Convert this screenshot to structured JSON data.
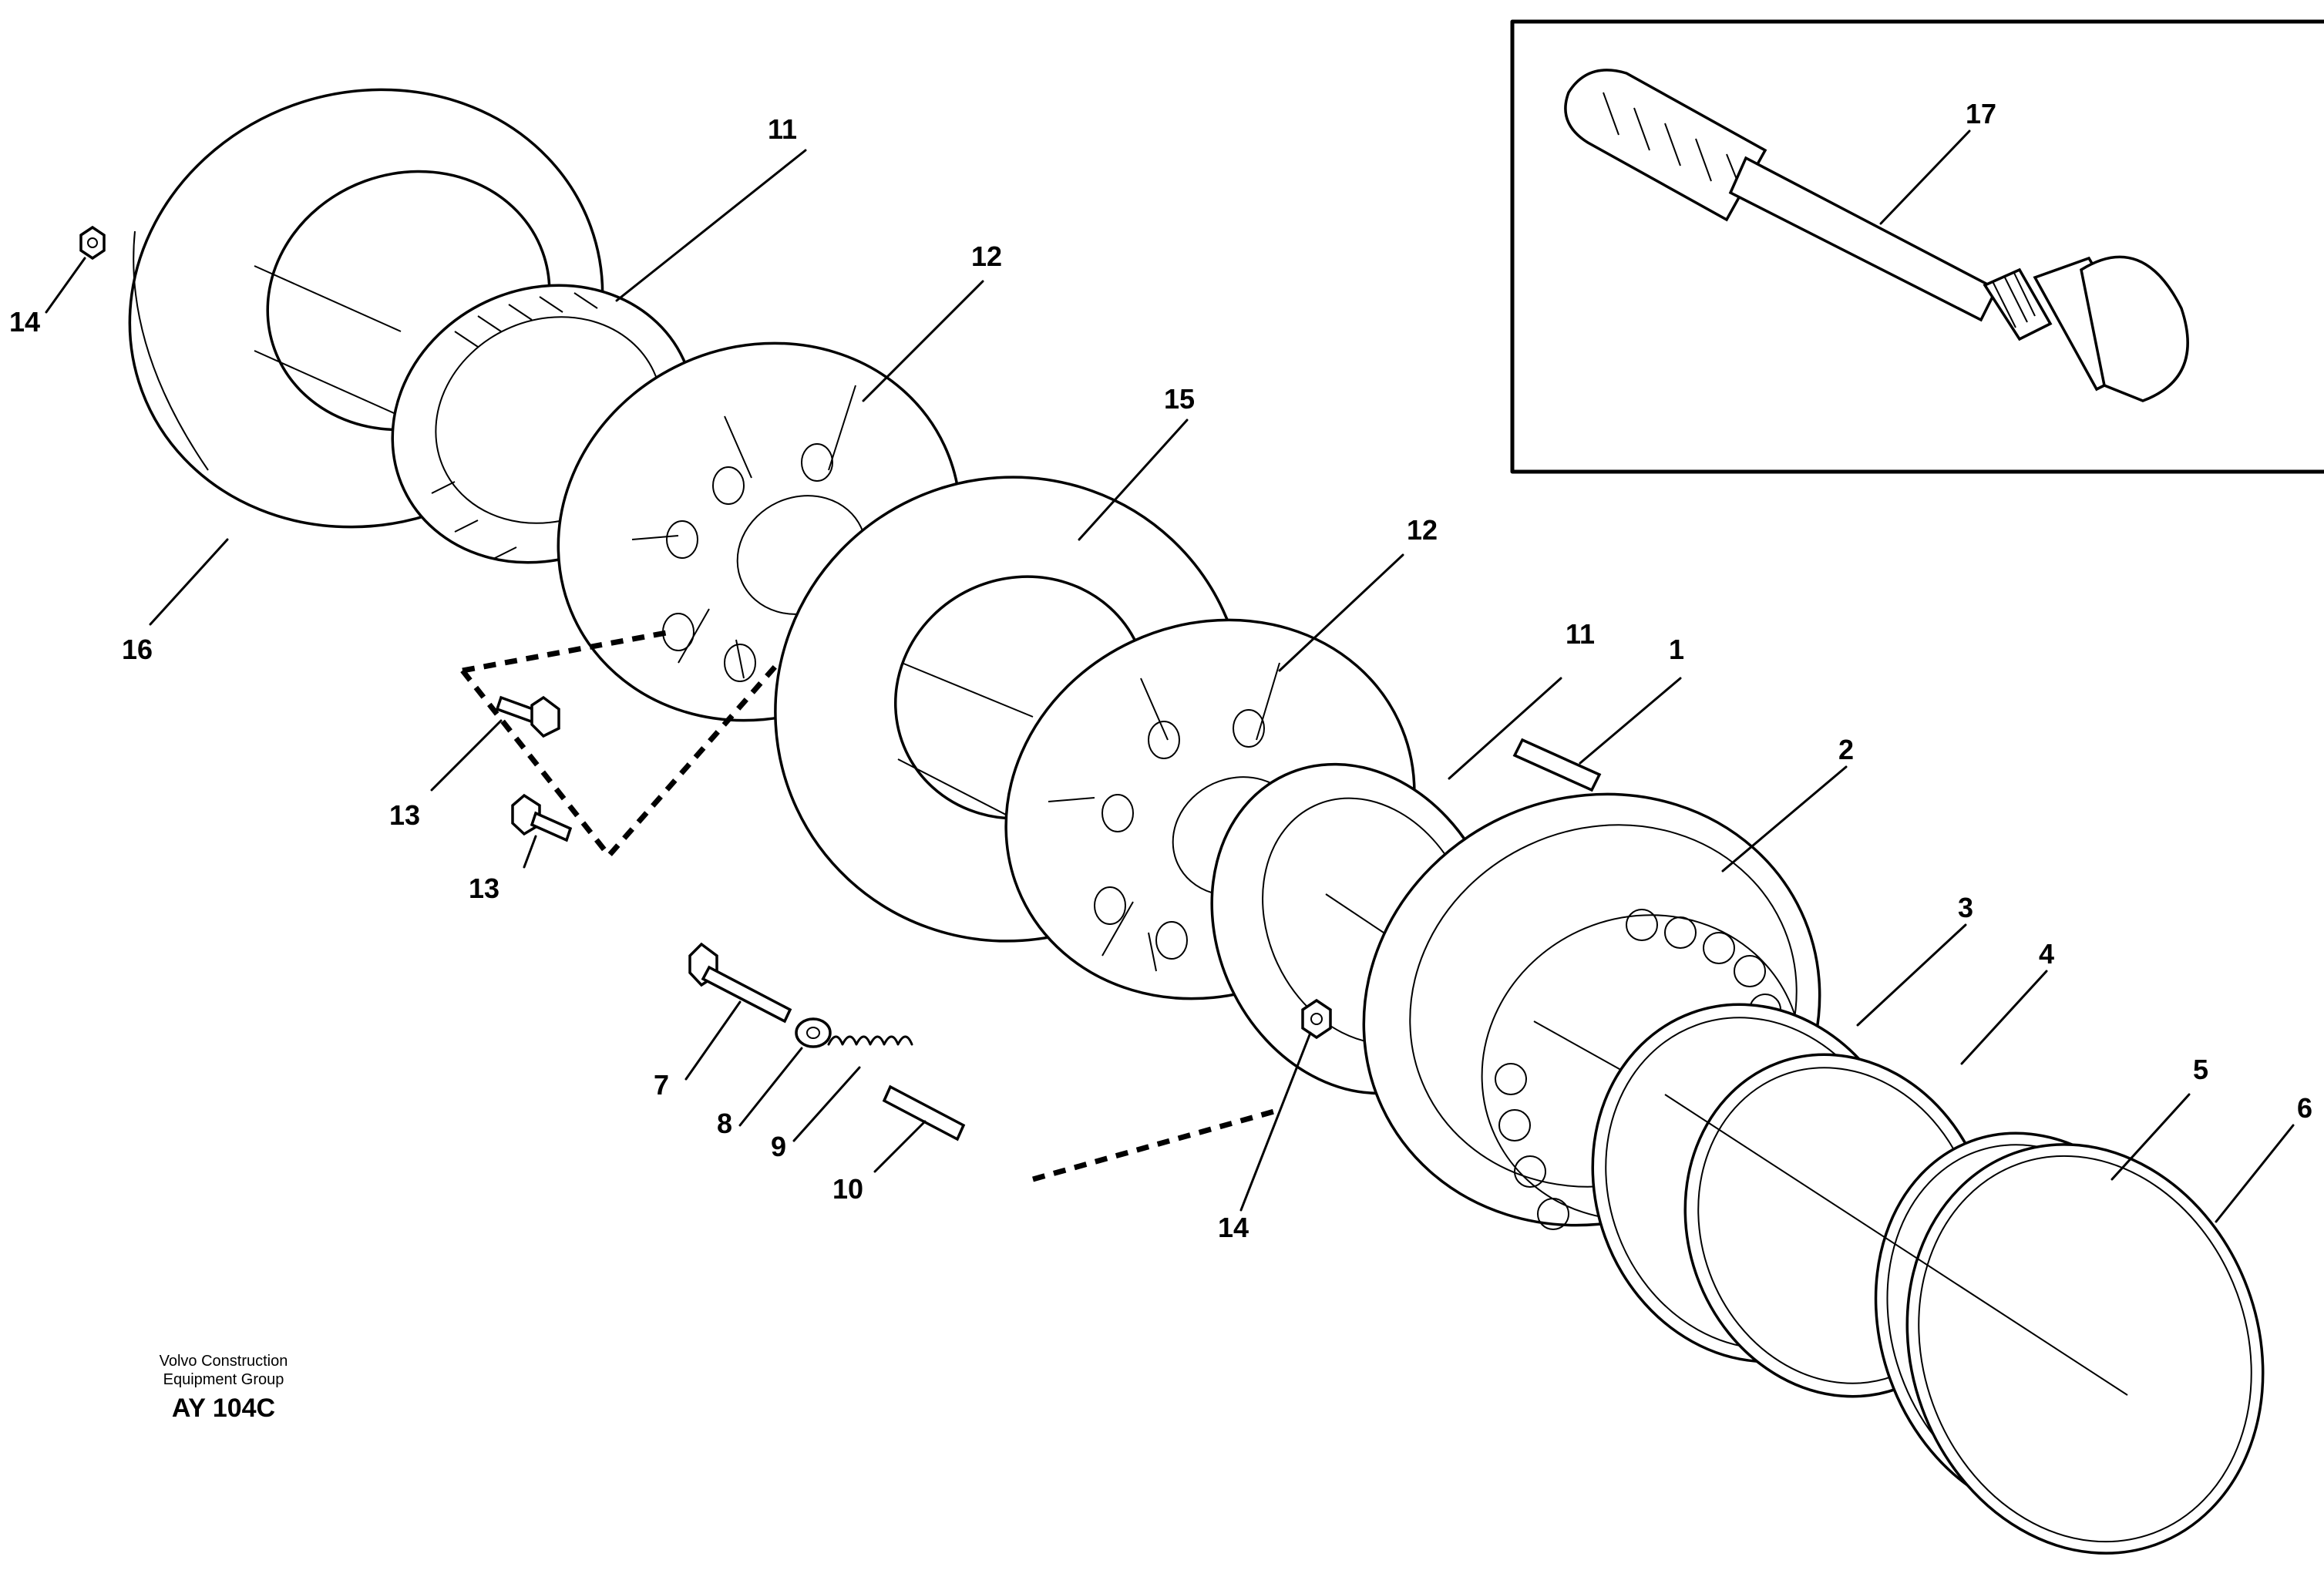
{
  "drawing": {
    "publisher_line1": "Volvo Construction",
    "publisher_line2": "Equipment Group",
    "drawing_code": "AY 104C"
  },
  "callouts": {
    "c1": "1",
    "c2": "2",
    "c3": "3",
    "c4": "4",
    "c5": "5",
    "c6": "6",
    "c7": "7",
    "c8": "8",
    "c9": "9",
    "c10": "10",
    "c11a": "11",
    "c11b": "11",
    "c12a": "12",
    "c12b": "12",
    "c13a": "13",
    "c13b": "13",
    "c14a": "14",
    "c14b": "14",
    "c15": "15",
    "c16": "16",
    "c17": "17"
  }
}
